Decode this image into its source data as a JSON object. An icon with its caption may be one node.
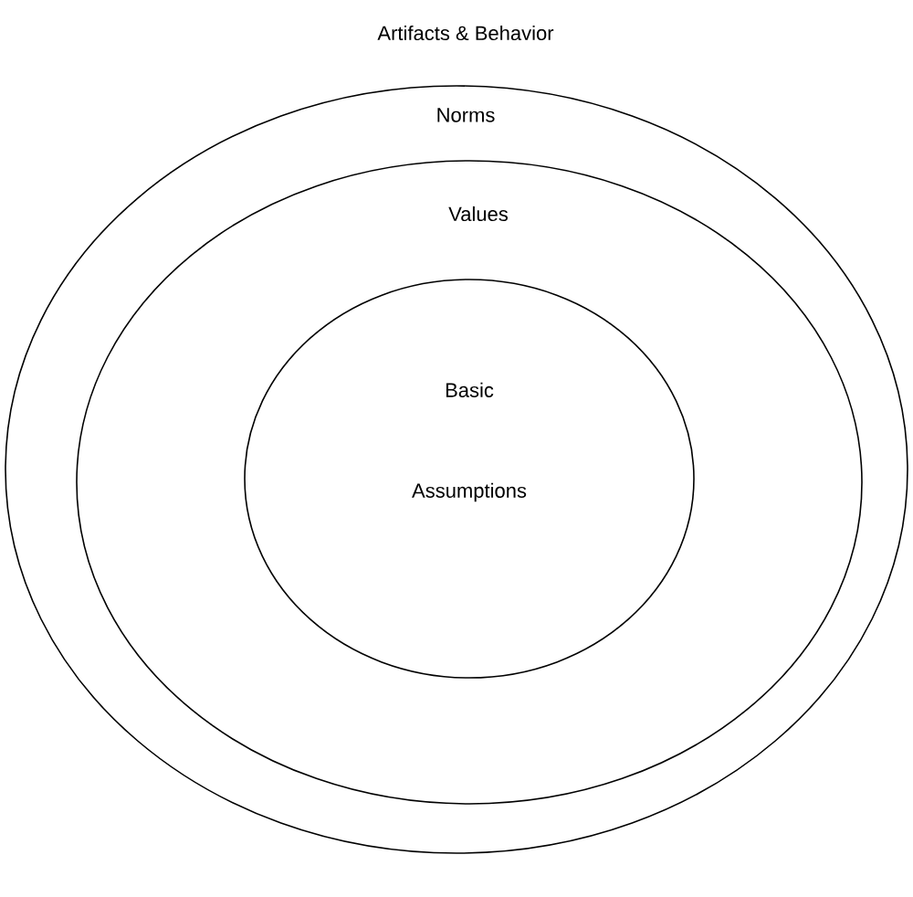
{
  "diagram": {
    "nodes": [
      {
        "text": [
          "Norms"
        ]
      },
      {
        "text": [
          "Values"
        ],
        "in": 0
      },
      {
        "text": [
          "Basic Assumptions"
        ],
        "in": 1
      }
    ],
    "labels": [
      "Artifacts & Behavior"
    ]
  }
}
